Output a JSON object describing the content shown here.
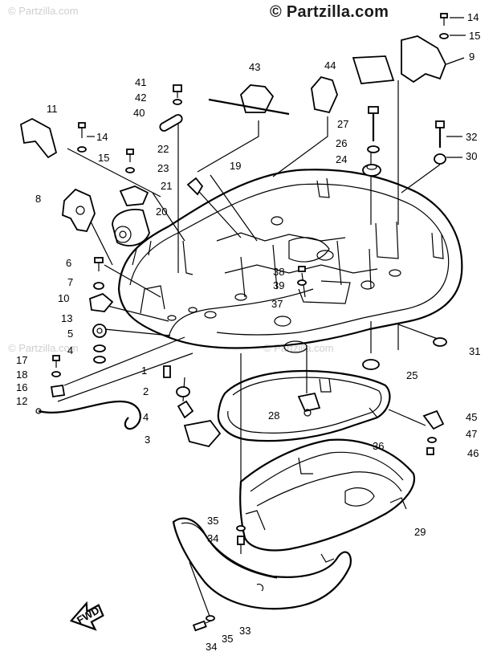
{
  "watermark": {
    "main": "© Partzilla.com",
    "faint_top_left": "© Partzilla.com",
    "faint_mid_left": "© Partzilla.com",
    "faint_mid_center": "© Partzilla.com"
  },
  "fwd_mark": "FWD",
  "labels": {
    "p1": "1",
    "p2": "2",
    "p3": "3",
    "p4a": "4",
    "p4b": "4",
    "p5": "5",
    "p6": "6",
    "p7": "7",
    "p8": "8",
    "p9": "9",
    "p10": "10",
    "p11": "11",
    "p12": "12",
    "p13": "13",
    "p14a": "14",
    "p14b": "14",
    "p15a": "15",
    "p15b": "15",
    "p16": "16",
    "p17": "17",
    "p18": "18",
    "p19": "19",
    "p20": "20",
    "p21": "21",
    "p22": "22",
    "p23": "23",
    "p24": "24",
    "p25": "25",
    "p26": "26",
    "p27": "27",
    "p28": "28",
    "p29": "29",
    "p30": "30",
    "p31": "31",
    "p32": "32",
    "p33": "33",
    "p34a": "34",
    "p34b": "34",
    "p35a": "35",
    "p35b": "35",
    "p36": "36",
    "p37": "37",
    "p38": "38",
    "p39": "39",
    "p40": "40",
    "p41": "41",
    "p42": "42",
    "p43": "43",
    "p44": "44",
    "p45": "45",
    "p46": "46",
    "p47": "47"
  }
}
